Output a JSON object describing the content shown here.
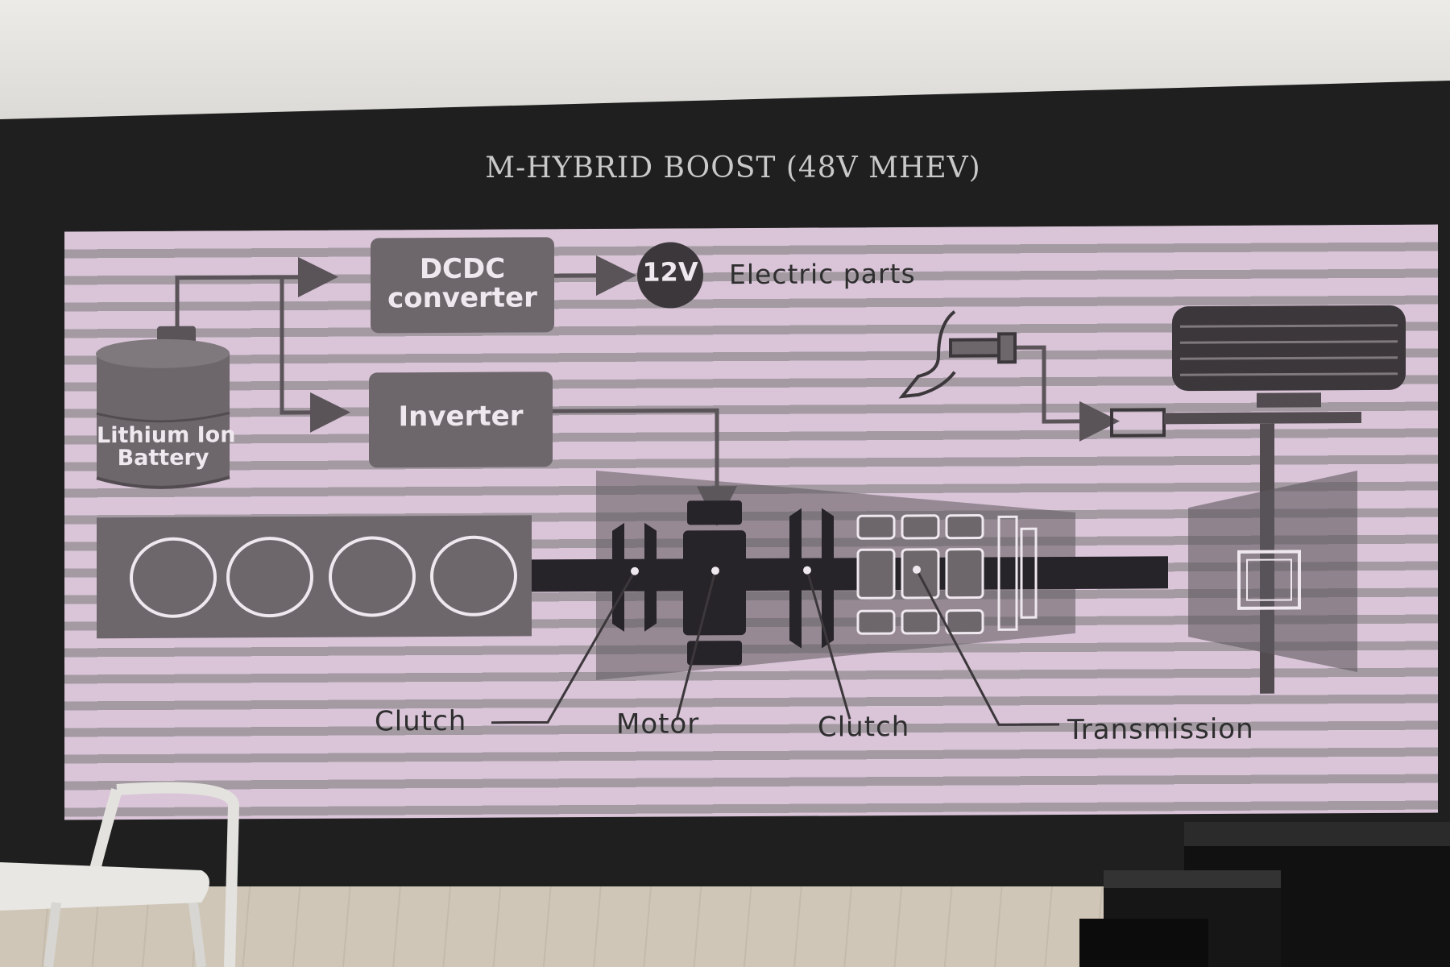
{
  "slide": {
    "title": "M-HYBRID BOOST (48V MHEV)"
  },
  "diagram": {
    "dcdc_label_line1": "DCDC",
    "dcdc_label_line2": "converter",
    "voltage_badge": "12V",
    "electric_parts_label": "Electric parts",
    "inverter_label": "Inverter",
    "battery_label_line1": "Lithium Ion",
    "battery_label_line2": "Battery",
    "callouts": {
      "clutch_left": "Clutch",
      "motor": "Motor",
      "clutch_right": "Clutch",
      "transmission": "Transmission"
    }
  },
  "colors": {
    "box_fill": "#6d676c",
    "dark_part": "#262329",
    "stripe_light": "#d9c4d8",
    "stripe_dark": "#a39aa2"
  }
}
